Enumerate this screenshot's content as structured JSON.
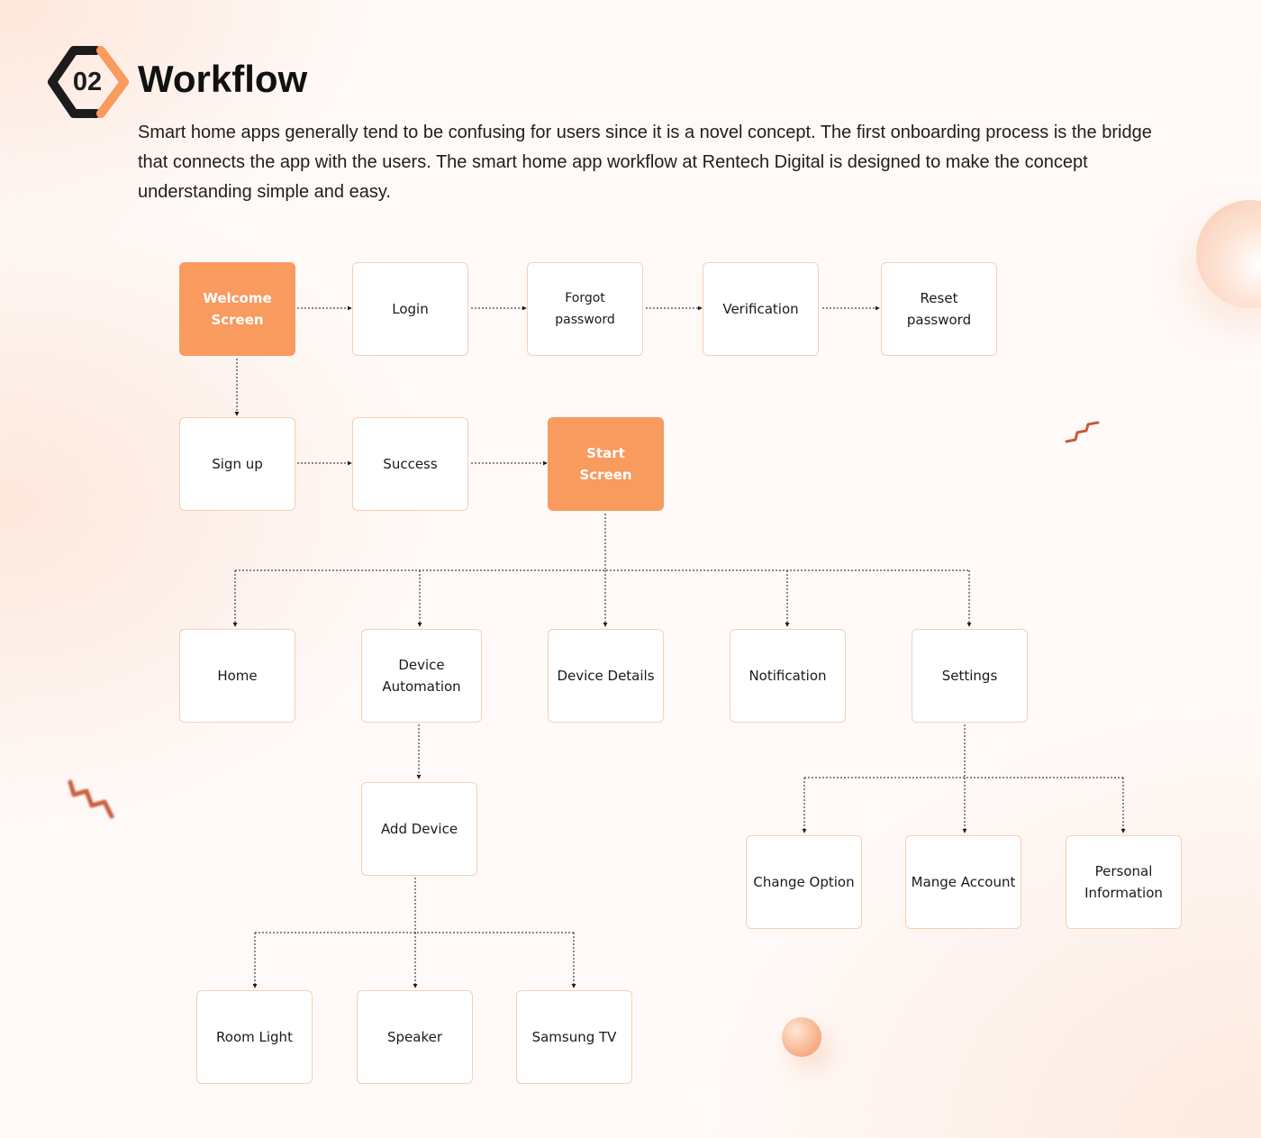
{
  "header": {
    "section_number": "02",
    "title": "Workflow",
    "description": "Smart home apps generally tend to be confusing for users since it is a novel concept. The first onboarding process is the bridge that connects the app with the users. The smart home app workflow at Rentech Digital is designed to make the concept understanding simple and easy."
  },
  "colors": {
    "accent": "#f99a5e",
    "box_border": "#f5cfb5",
    "text": "#1a1a1a"
  },
  "nodes": {
    "welcome_screen": "Welcome Screen",
    "login": "Login",
    "forgot_password": "Forgot password",
    "verification": "Verification",
    "reset_password": "Reset password",
    "sign_up": "Sign up",
    "success": "Success",
    "start_screen": "Start Screen",
    "home": "Home",
    "device_automation": "Device Automation",
    "device_details": "Device Details",
    "notification": "Notification",
    "settings": "Settings",
    "add_device": "Add Device",
    "change_option": "Change Option",
    "mange_account": "Mange Account",
    "personal_information": "Personal Information",
    "room_light": "Room Light",
    "speaker": "Speaker",
    "samsung_tv": "Samsung TV"
  },
  "edges": [
    [
      "welcome_screen",
      "login"
    ],
    [
      "login",
      "forgot_password"
    ],
    [
      "forgot_password",
      "verification"
    ],
    [
      "verification",
      "reset_password"
    ],
    [
      "welcome_screen",
      "sign_up"
    ],
    [
      "sign_up",
      "success"
    ],
    [
      "success",
      "start_screen"
    ],
    [
      "start_screen",
      "home"
    ],
    [
      "start_screen",
      "device_automation"
    ],
    [
      "start_screen",
      "device_details"
    ],
    [
      "start_screen",
      "notification"
    ],
    [
      "start_screen",
      "settings"
    ],
    [
      "device_automation",
      "add_device"
    ],
    [
      "add_device",
      "room_light"
    ],
    [
      "add_device",
      "speaker"
    ],
    [
      "add_device",
      "samsung_tv"
    ],
    [
      "settings",
      "change_option"
    ],
    [
      "settings",
      "mange_account"
    ],
    [
      "settings",
      "personal_information"
    ]
  ]
}
